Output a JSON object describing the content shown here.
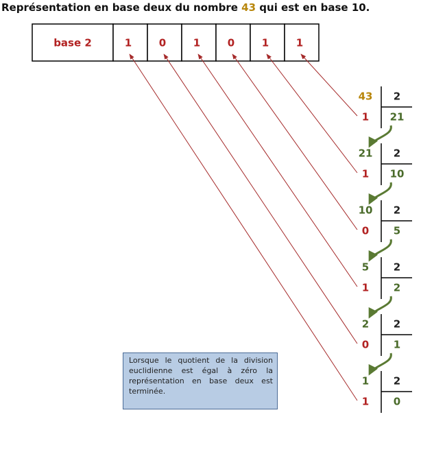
{
  "title": {
    "prefix": "Représentation en base deux du nombre",
    "number": "43",
    "suffix": "qui est en base 10."
  },
  "table": {
    "header": "base 2",
    "digits": [
      "1",
      "0",
      "1",
      "0",
      "1",
      "1"
    ]
  },
  "divisions": [
    {
      "dividend": "43",
      "divisor": "2",
      "remainder": "1",
      "quotient": "21"
    },
    {
      "dividend": "21",
      "divisor": "2",
      "remainder": "1",
      "quotient": "10"
    },
    {
      "dividend": "10",
      "divisor": "2",
      "remainder": "0",
      "quotient": "5"
    },
    {
      "dividend": "5",
      "divisor": "2",
      "remainder": "1",
      "quotient": "2"
    },
    {
      "dividend": "2",
      "divisor": "2",
      "remainder": "0",
      "quotient": "1"
    },
    {
      "dividend": "1",
      "divisor": "2",
      "remainder": "1",
      "quotient": "0"
    }
  ],
  "note": "Lorsque le quotient de la division euclidienne est égal à zéro la représentation en base deux est terminée.",
  "colors": {
    "remainder": "#b22222",
    "quotient": "#4a6b2a",
    "highlight": "#b8860b",
    "dark": "#222222",
    "red_line": "#a52a2a",
    "green_arrow": "#5a7a33"
  }
}
